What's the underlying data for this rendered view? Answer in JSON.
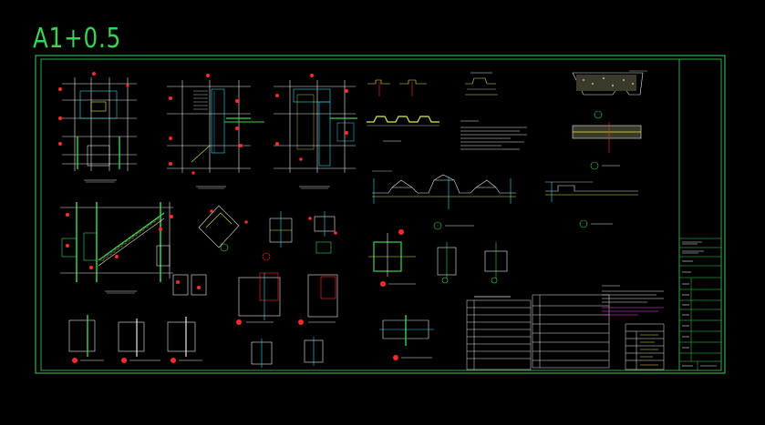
{
  "sheet": {
    "size_label": "A1+0.5"
  },
  "colors": {
    "background": "#000000",
    "frame": "#39d353",
    "line_white": "#e8e8e8",
    "line_cyan": "#30d8f0",
    "line_red": "#ff2a2a",
    "line_yellow": "#e8e84a",
    "line_magenta": "#ff40ff",
    "line_green": "#39d353"
  },
  "drawing": {
    "type": "steel-structure construction drawing",
    "views": [
      "plan-1",
      "plan-2",
      "plan-3",
      "stair-elevation",
      "section-details",
      "deck-profile",
      "node-details",
      "notes-table",
      "legend-table"
    ]
  }
}
